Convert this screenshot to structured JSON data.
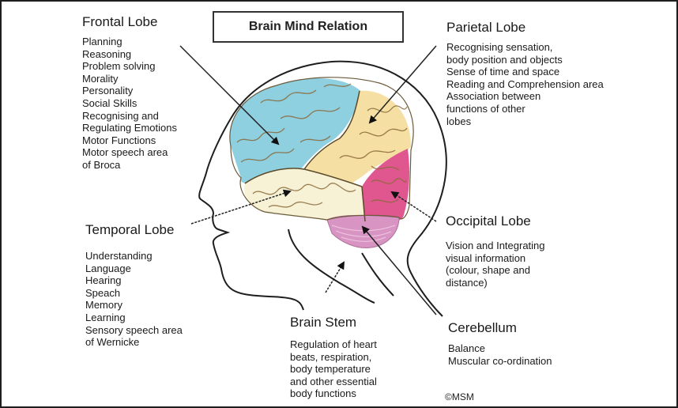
{
  "title": "Brain Mind Relation",
  "copyright": "©MSM",
  "colors": {
    "frontal": "#8ecfe0",
    "parietal": "#f5dfa2",
    "temporal": "#f7f2d6",
    "occipital": "#e0568e",
    "cerebellum": "#d895c4",
    "outline": "#222222"
  },
  "regions": {
    "frontal": {
      "name": "Frontal Lobe",
      "functions": [
        "Planning",
        "Reasoning",
        "Problem solving",
        "Morality",
        "Personality",
        "Social Skills",
        "Recognising and",
        "Regulating Emotions",
        "Motor Functions",
        "Motor speech area",
        "of Broca"
      ]
    },
    "parietal": {
      "name": "Parietal Lobe",
      "functions": [
        "Recognising sensation,",
        "body position and objects",
        "Sense of time and space",
        "Reading and Comprehension area",
        "Association between",
        "functions of other",
        "lobes"
      ]
    },
    "temporal": {
      "name": "Temporal Lobe",
      "functions": [
        "Understanding",
        "Language",
        "Hearing",
        "Speach",
        "Memory",
        "Learning",
        "Sensory speech area",
        "of Wernicke"
      ]
    },
    "occipital": {
      "name": "Occipital Lobe",
      "functions": [
        "Vision and Integrating",
        "visual information",
        "(colour, shape and",
        "distance)"
      ]
    },
    "brainstem": {
      "name": "Brain Stem",
      "functions": [
        "Regulation of heart",
        "beats, respiration,",
        "body temperature",
        "and other essential",
        "body functions"
      ]
    },
    "cerebellum": {
      "name": "Cerebellum",
      "functions": [
        "Balance",
        "Muscular co-ordination"
      ]
    }
  }
}
